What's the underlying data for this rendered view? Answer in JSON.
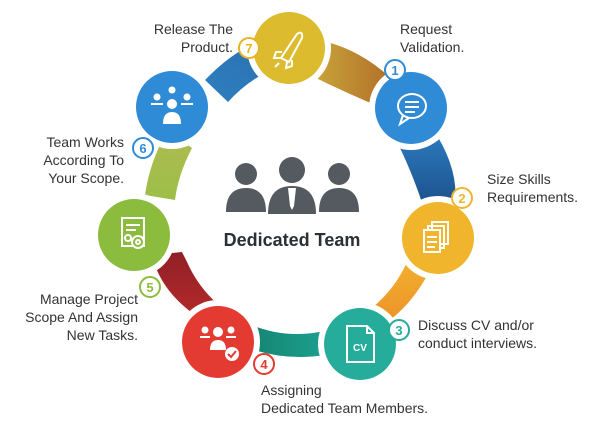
{
  "center": {
    "title": "Dedicated Team"
  },
  "steps": [
    {
      "number": "1",
      "line1": "Request",
      "line2": "Validation.",
      "color": "#2f8bd6",
      "icon": "chat-bubble-icon"
    },
    {
      "number": "2",
      "line1": "Size Skills",
      "line2": "Requirements.",
      "color": "#f0b52c",
      "icon": "documents-icon"
    },
    {
      "number": "3",
      "line1": "Discuss CV and/or",
      "line2": "conduct interviews.",
      "color": "#26ac9a",
      "icon": "cv-document-icon",
      "icon_text": "CV"
    },
    {
      "number": "4",
      "line1": "Assigning",
      "line2": "Dedicated Team Members.",
      "color": "#e33b32",
      "icon": "team-check-icon"
    },
    {
      "number": "5",
      "line1": "Manage Project",
      "line2": "Scope And Assign",
      "line3": "New Tasks.",
      "color": "#8cbc3d",
      "icon": "settings-document-icon"
    },
    {
      "number": "6",
      "line1": "Team Works",
      "line2": "According To",
      "line3": "Your Scope.",
      "color": "#2f8bd6",
      "icon": "team-meeting-icon"
    },
    {
      "number": "7",
      "line1": "Release The",
      "line2": "Product.",
      "color": "#e6b51f",
      "icon": "rocket-icon"
    }
  ],
  "colors": {
    "ring_navy": "#1c4d8a",
    "ring_blue": "#2f87c9",
    "ring_teal": "#1aa08e",
    "ring_olive": "#a8b84c",
    "ring_brown": "#b2792a",
    "ring_maroon": "#a5262b",
    "ring_orange": "#f0a530",
    "people_gray": "#555a60"
  }
}
